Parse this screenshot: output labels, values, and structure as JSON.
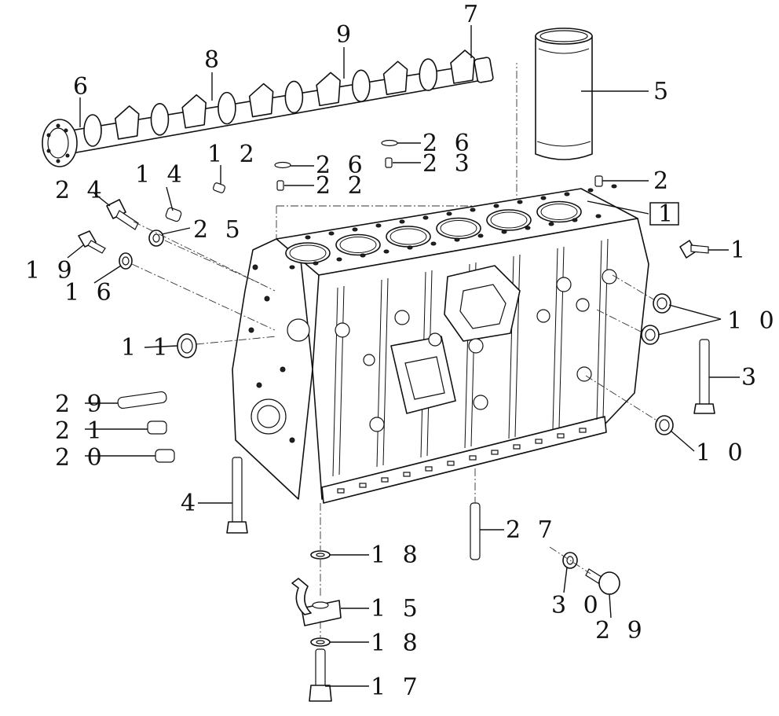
{
  "diagram": {
    "callouts": [
      {
        "id": "c1",
        "text": "1"
      },
      {
        "id": "c1box",
        "text": "1"
      },
      {
        "id": "c2",
        "text": "2"
      },
      {
        "id": "c3",
        "text": "3"
      },
      {
        "id": "c4",
        "text": "4"
      },
      {
        "id": "c5",
        "text": "5"
      },
      {
        "id": "c6",
        "text": "6"
      },
      {
        "id": "c7",
        "text": "7"
      },
      {
        "id": "c8",
        "text": "8"
      },
      {
        "id": "c9",
        "text": "9"
      },
      {
        "id": "c10a",
        "text": "1 0"
      },
      {
        "id": "c10b",
        "text": "1 0"
      },
      {
        "id": "c11",
        "text": "1 1"
      },
      {
        "id": "c12",
        "text": "1 2"
      },
      {
        "id": "c14",
        "text": "1 4"
      },
      {
        "id": "c15",
        "text": "1 5"
      },
      {
        "id": "c16",
        "text": "1 6"
      },
      {
        "id": "c17",
        "text": "1 7"
      },
      {
        "id": "c18a",
        "text": "1 8"
      },
      {
        "id": "c18b",
        "text": "1 8"
      },
      {
        "id": "c19",
        "text": "1 9"
      },
      {
        "id": "c20",
        "text": "2 0"
      },
      {
        "id": "c21",
        "text": "2 1"
      },
      {
        "id": "c22",
        "text": "2 2"
      },
      {
        "id": "c23",
        "text": "2 3"
      },
      {
        "id": "c24",
        "text": "2 4"
      },
      {
        "id": "c25",
        "text": "2 5"
      },
      {
        "id": "c26a",
        "text": "2 6"
      },
      {
        "id": "c26b",
        "text": "2 6"
      },
      {
        "id": "c27",
        "text": "2 7"
      },
      {
        "id": "c29",
        "text": "2 9"
      },
      {
        "id": "c30",
        "text": "3 0"
      }
    ]
  }
}
